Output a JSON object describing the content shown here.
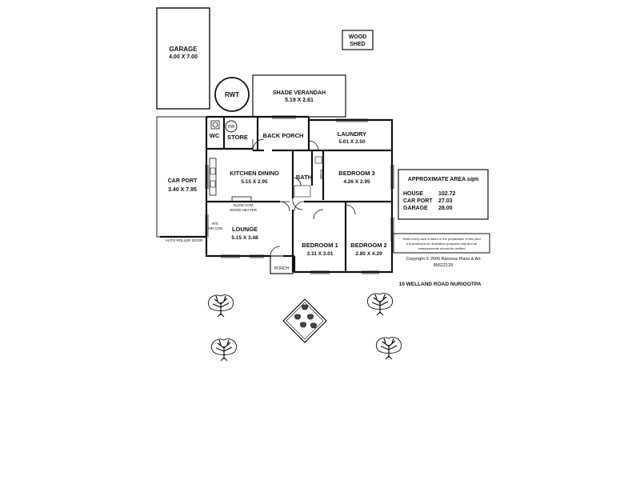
{
  "plan": {
    "garage": {
      "name": "GARAGE",
      "size": "4.00 X 7.00"
    },
    "wood_shed": {
      "line1": "WOOD",
      "line2": "SHED"
    },
    "rwt": "RWT",
    "hw": "HW",
    "shade_verandah": {
      "name": "SHADE VERANDAH",
      "size": "5.19 X 2.61"
    },
    "wc": "WC",
    "store": "STORE",
    "back_porch": "BACK PORCH",
    "laundry": {
      "name": "LAUNDRY",
      "size": "5.01 X 2.50"
    },
    "car_port": {
      "name": "CAR PORT",
      "size": "3.40 X 7.95"
    },
    "kitchen_dining": {
      "name": "KITCHEN DINING",
      "size": "5.15 X 2.95"
    },
    "bath": "BATH",
    "robe": "ROBE",
    "bedroom3": {
      "name": "BEDROOM 3",
      "size": "4.26 X 2.95"
    },
    "slow_com": "SLOW COM",
    "wood_heater": "WOOD HEATER",
    "rs_air_con": {
      "line1": "R/S",
      "line2": "AIR CON"
    },
    "lounge": {
      "name": "LOUNGE",
      "size": "5.15 X 3.48"
    },
    "bedroom1": {
      "name": "BEDROOM 1",
      "size": "3.11 X 3.01"
    },
    "bedroom2": {
      "name": "BEDROOM 2",
      "size": "2.80 X 4.29"
    },
    "porch": "PORCH",
    "auto_roller_door": "AUTO ROLLER DOOR"
  },
  "area_box": {
    "title": "APPROXIMATE AREA sqm",
    "rows": [
      {
        "label": "HOUSE",
        "value": "102.72"
      },
      {
        "label": "CAR PORT",
        "value": "27.03"
      },
      {
        "label": "GARAGE",
        "value": "28.00"
      }
    ]
  },
  "disclaimer": {
    "line1": "While every care is taken in the preparation of this plan",
    "line2": "it is produced for illustration purposes only and all",
    "line3": "measurements should be verified"
  },
  "copyright": {
    "line1": "Copyright © 2006 Barossa Plans & Art",
    "line2": "85622129"
  },
  "address": "10 WELLAND ROAD NURIOOTPA"
}
